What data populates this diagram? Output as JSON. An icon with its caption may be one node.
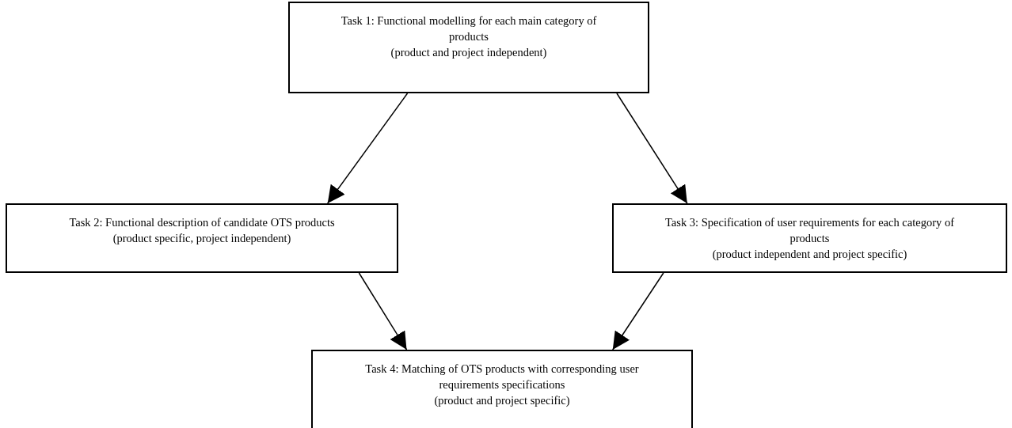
{
  "diagram": {
    "nodes": [
      {
        "text": [
          "Task 1: Functional modelling for each main category of products",
          "(product and project independent)"
        ]
      },
      {
        "text": [
          "Task 2: Functional description of candidate OTS products",
          "(product specific, project independent)"
        ]
      },
      {
        "text": [
          "Task 3: Specification of user requirements for each category of products",
          "(product independent and project specific)"
        ]
      },
      {
        "text": [
          "Task 4: Matching of OTS products with corresponding user requirements specifications",
          "(product and project specific)"
        ]
      }
    ],
    "edges": [
      {
        "from": 0,
        "to": 1,
        "arrow": "to"
      },
      {
        "from": 0,
        "to": 2,
        "arrow": "to"
      },
      {
        "from": 1,
        "to": 3,
        "arrow": "to"
      },
      {
        "from": 2,
        "to": 3,
        "arrow": "to"
      }
    ]
  }
}
